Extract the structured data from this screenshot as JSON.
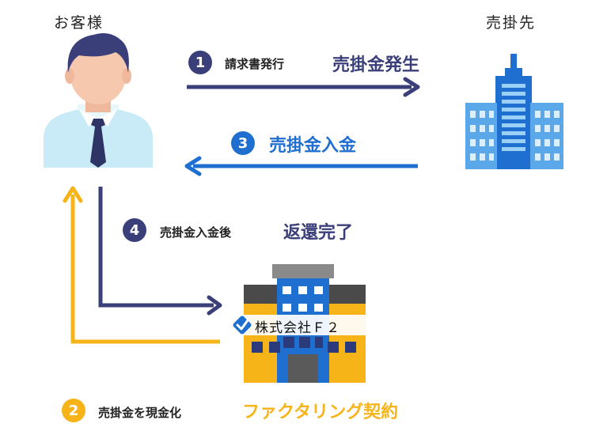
{
  "parties": {
    "customer": "お客様",
    "seller": "売掛先",
    "company": "株式会社Ｆ２"
  },
  "steps": [
    {
      "number": "1",
      "label": "請求書発行",
      "highlight": "売掛金発生"
    },
    {
      "number": "2",
      "label": "売掛金を現金化",
      "highlight": "ファクタリング契約"
    },
    {
      "number": "3",
      "label": "",
      "highlight": "売掛金入金"
    },
    {
      "number": "4",
      "label": "売掛金入金後",
      "highlight": "返還完了"
    }
  ],
  "colors": {
    "navy": "#3a3f7a",
    "blue": "#1f6fd1",
    "orange": "#f6b419",
    "skin": "#f6c9ae",
    "shirt": "#c9ebf7"
  },
  "icons": {
    "customer": "businessman-icon",
    "seller": "office-building-icon",
    "company": "company-building-icon",
    "check": "check-badge-icon"
  }
}
